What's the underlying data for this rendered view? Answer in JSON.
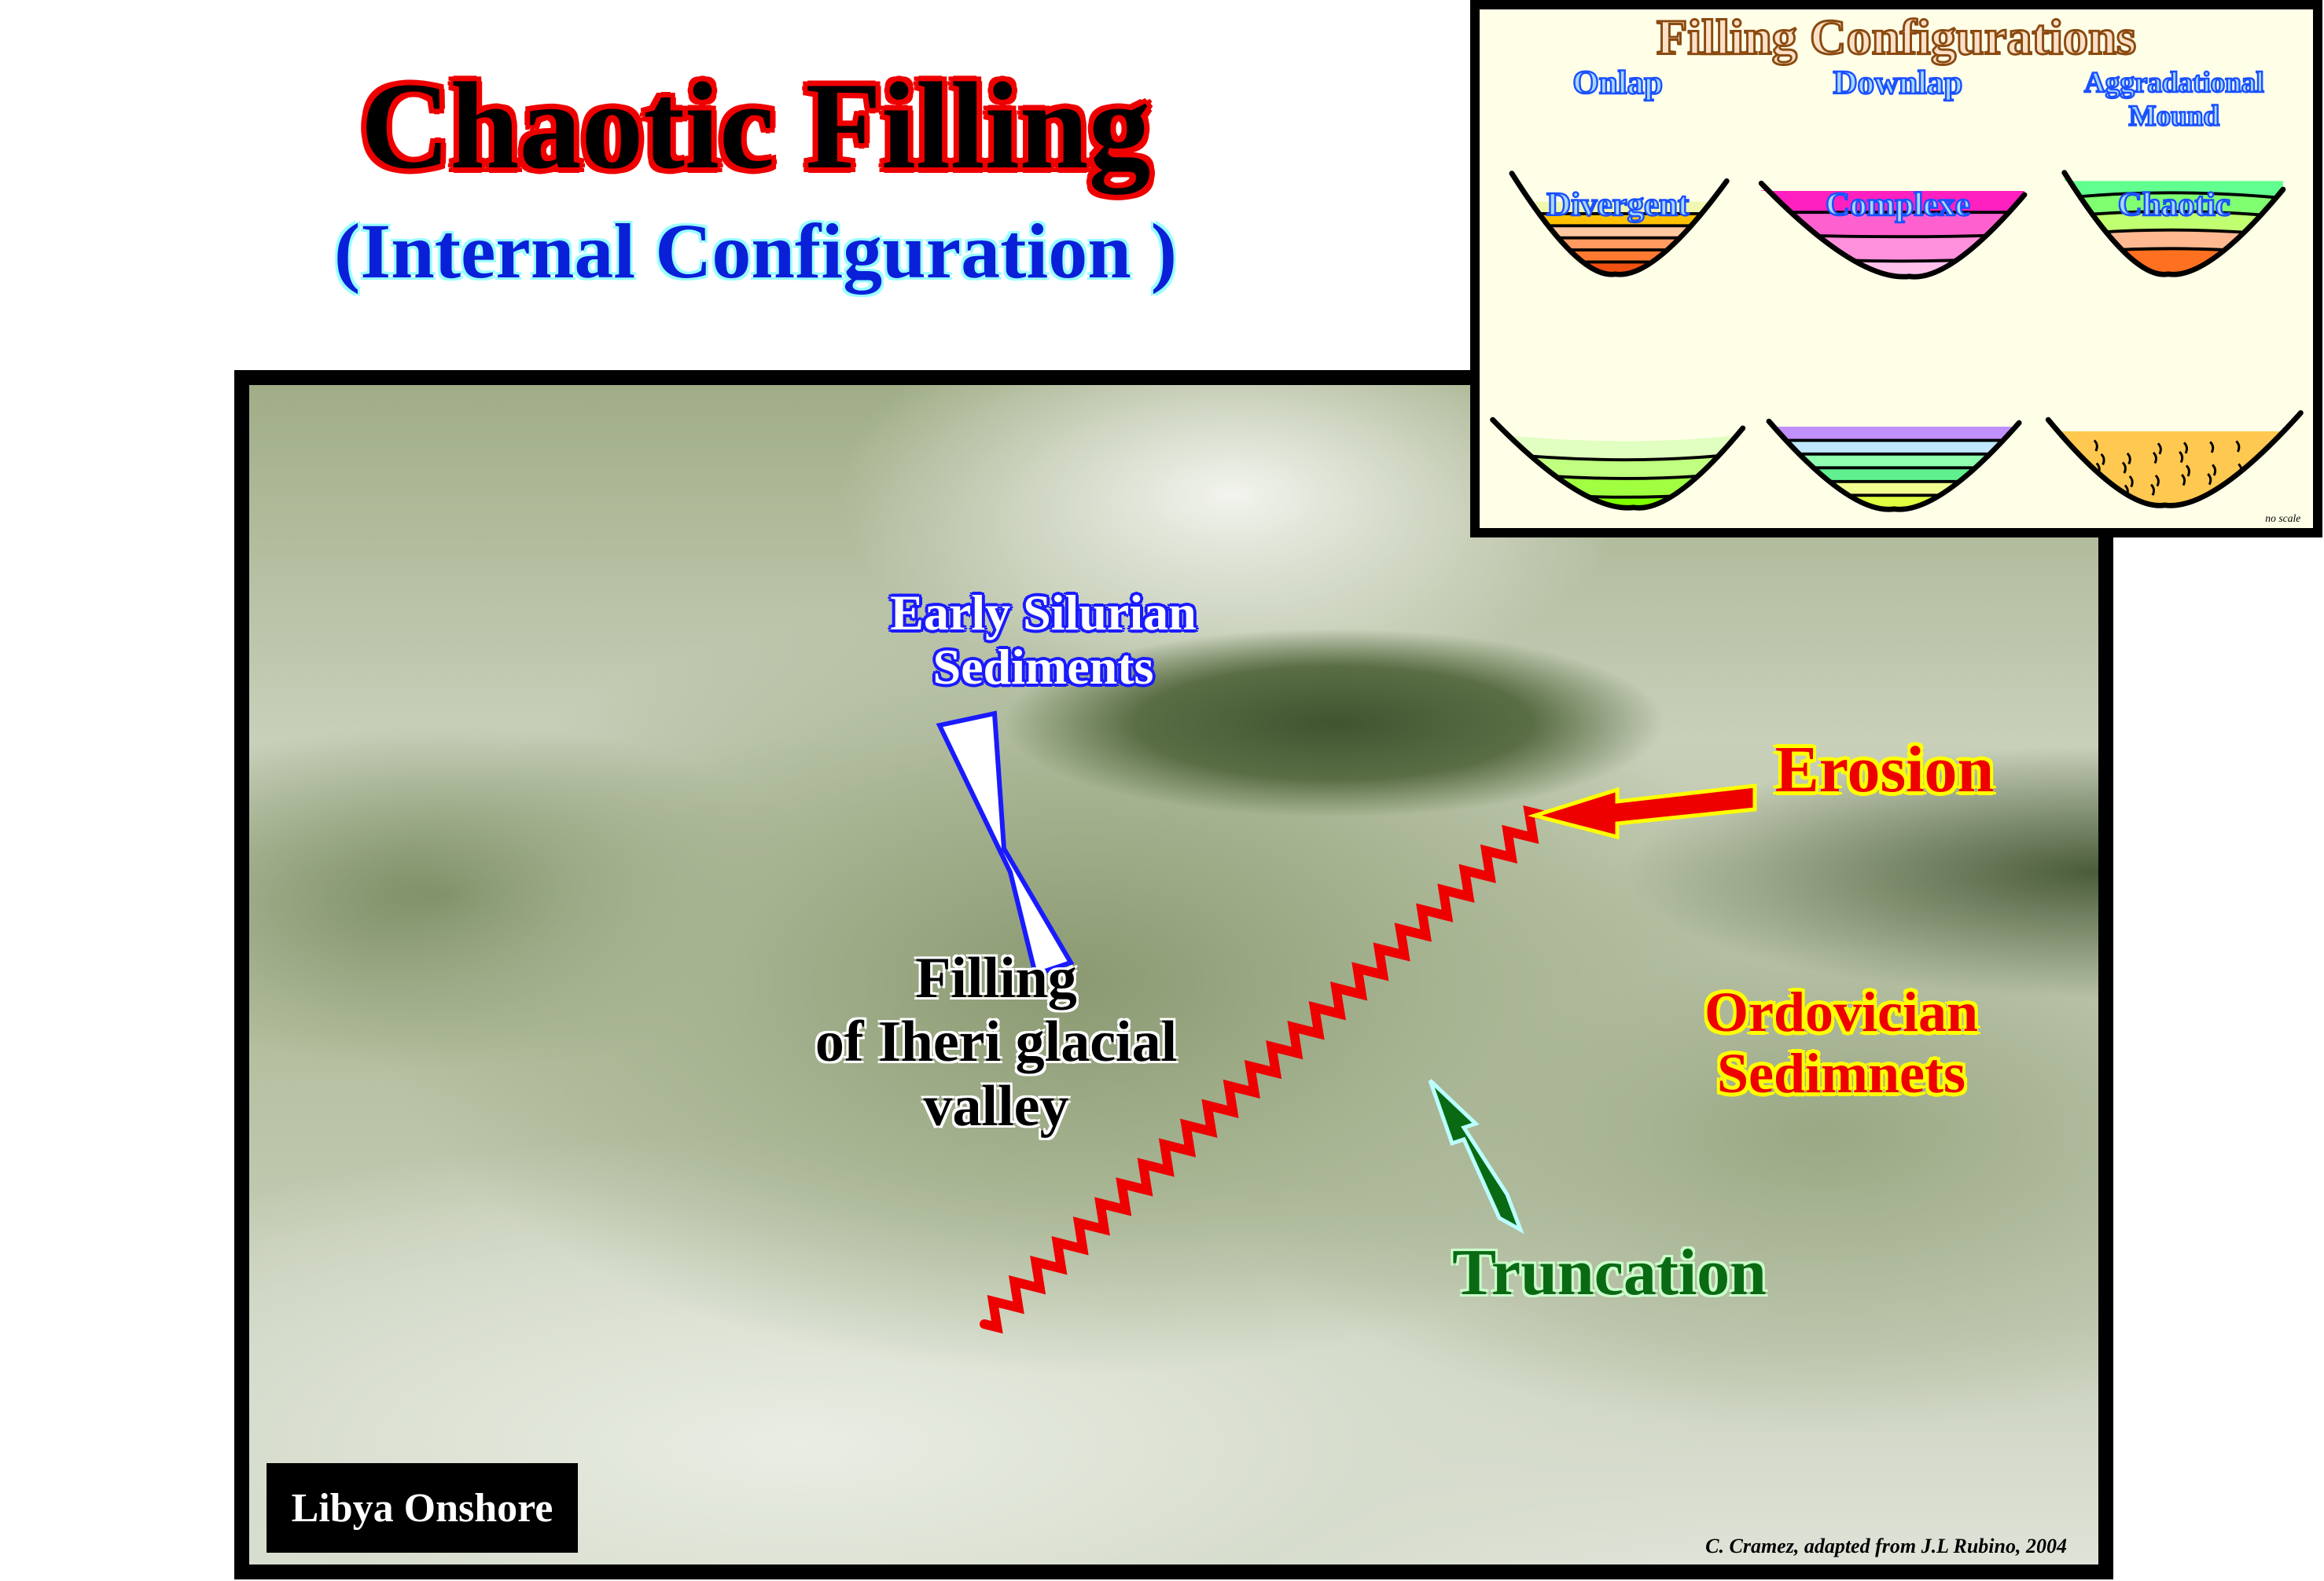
{
  "header": {
    "title": "Chaotic Filling",
    "subtitle": "(Internal Configuration )"
  },
  "photo": {
    "labels": {
      "silurian": [
        "Early Silurian",
        "Sediments"
      ],
      "filling": [
        "Filling",
        "of Iheri glacial",
        "valley"
      ],
      "erosion": "Erosion",
      "ordovician": [
        "Ordovician",
        "Sedimnets"
      ],
      "truncation": "Truncation"
    },
    "location": "Libya Onshore",
    "credit": "C. Cramez, adapted from J.L Rubino, 2004",
    "colors": {
      "erosion_line": "#ee0000",
      "silurian_arrow": "#1a1aff",
      "truncation_arrow": "#0a6a14"
    }
  },
  "inset": {
    "title": "Filling Configurations",
    "scale_note": "no scale",
    "diagrams": [
      {
        "label": [
          "Onlap"
        ],
        "colors": [
          "#f0f8b0",
          "#ffc000",
          "#ffc8a0",
          "#ff9a60",
          "#ff7a30",
          "#f05010"
        ]
      },
      {
        "label": [
          "Downlap"
        ],
        "colors": [
          "#ff20c0",
          "#ff60d0",
          "#ff90dc",
          "#ffc0ec"
        ]
      },
      {
        "label": [
          "Aggradational",
          "Mound"
        ],
        "colors": [
          "#60ff90",
          "#80ff70",
          "#c0ff70",
          "#ffb890",
          "#ff7020"
        ]
      },
      {
        "label": [
          "Divergent"
        ],
        "colors": [
          "#e0ffc0",
          "#c0ff80",
          "#a0ff40",
          "#80ff00"
        ]
      },
      {
        "label": [
          "Complexe"
        ],
        "colors": [
          "#c090ff",
          "#c0e8ff",
          "#90ffb0",
          "#60f090",
          "#f0ff90",
          "#e0ff40"
        ]
      },
      {
        "label": [
          "Chaotic"
        ],
        "colors": [
          "#ffc850"
        ]
      }
    ]
  }
}
